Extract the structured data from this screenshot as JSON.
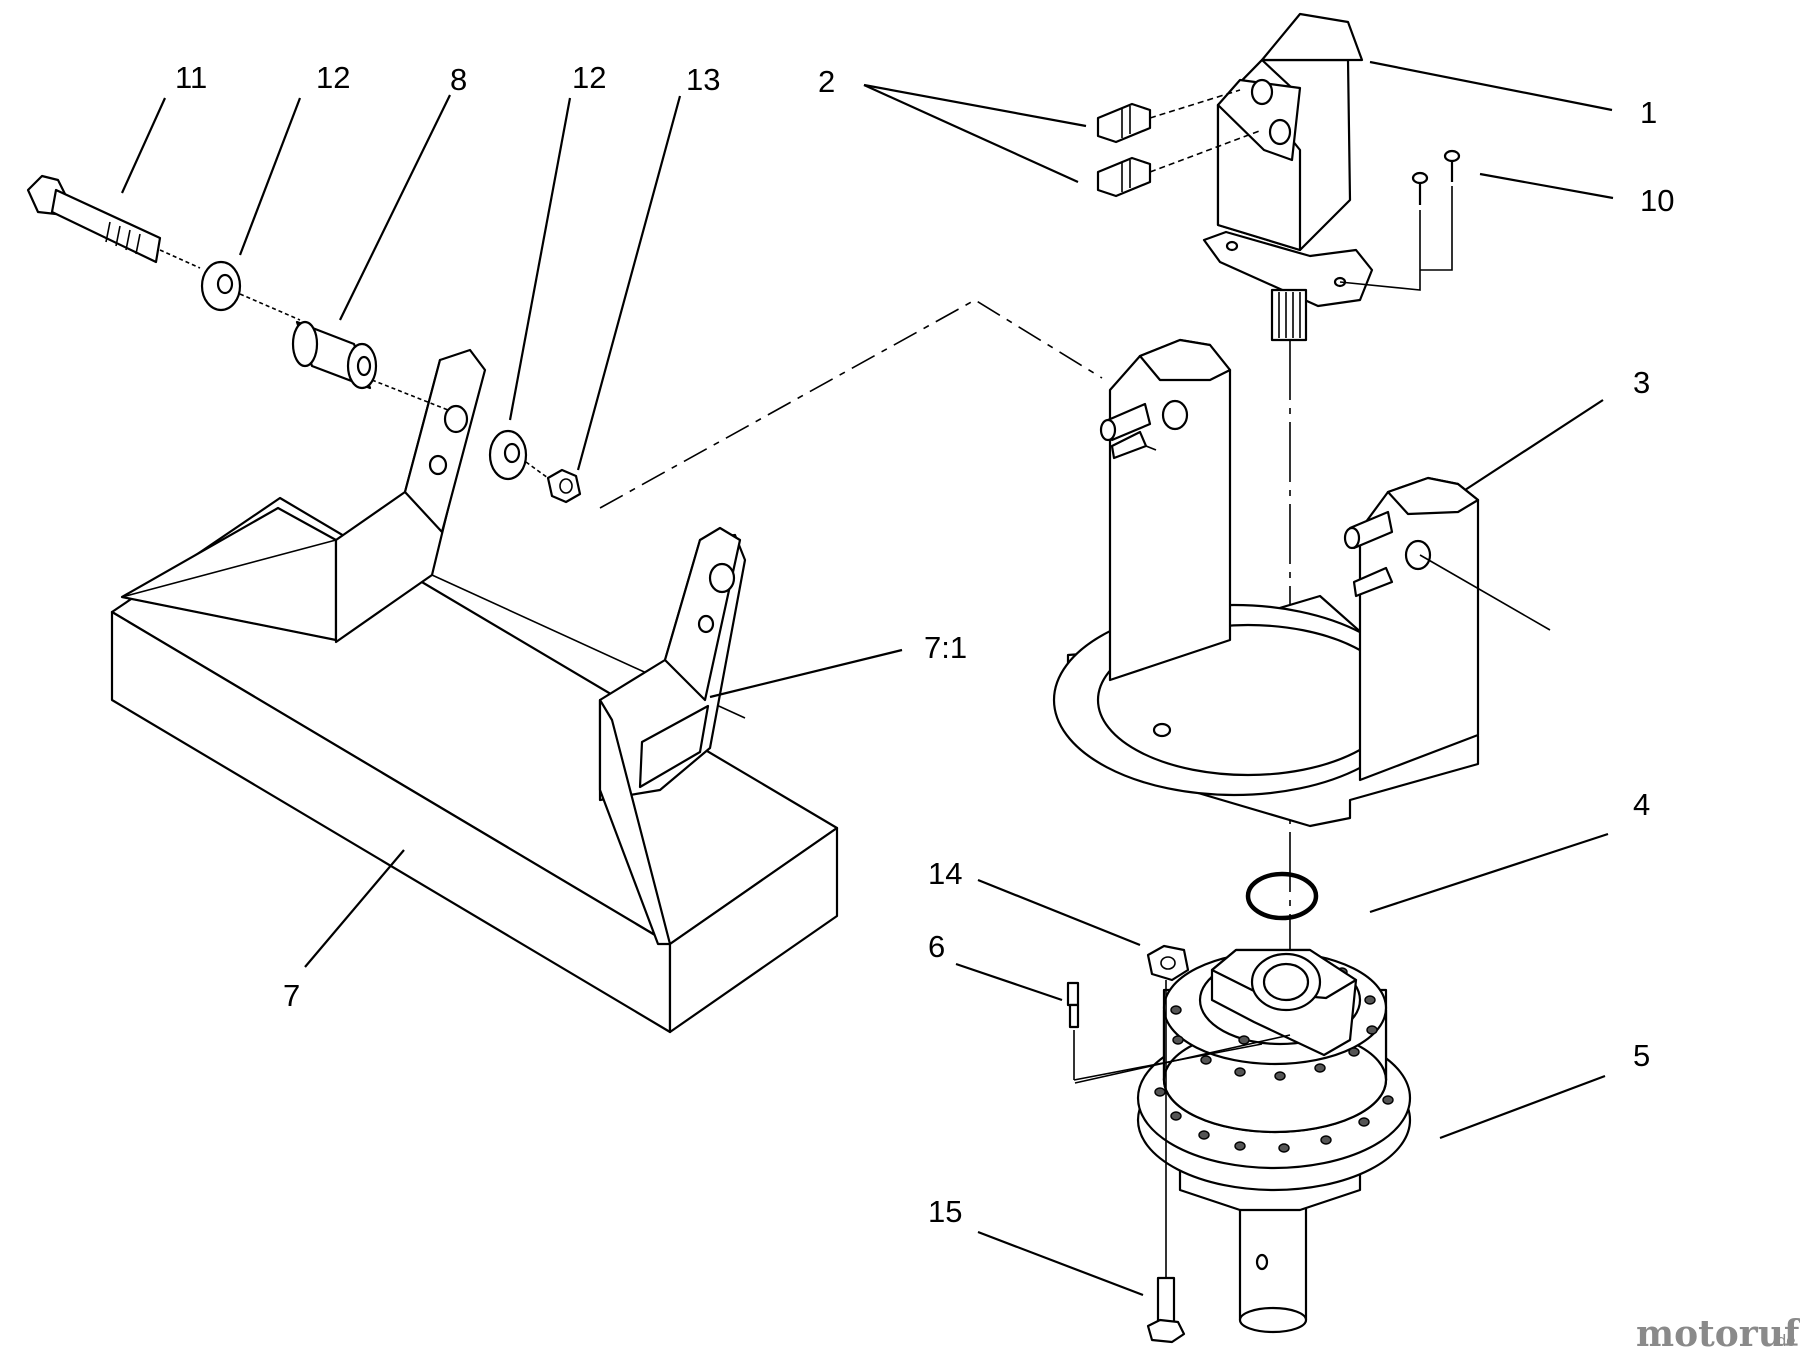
{
  "labels": {
    "p1": "1",
    "p2": "2",
    "p3": "3",
    "p4": "4",
    "p5": "5",
    "p6": "6",
    "p7": "7",
    "p7_1": "7:1",
    "p8": "8",
    "p10": "10",
    "p11": "11",
    "p12a": "12",
    "p12b": "12",
    "p13": "13",
    "p14": "14",
    "p15": "15"
  },
  "watermark": {
    "brand": "motoruf",
    "tld": ".de"
  }
}
